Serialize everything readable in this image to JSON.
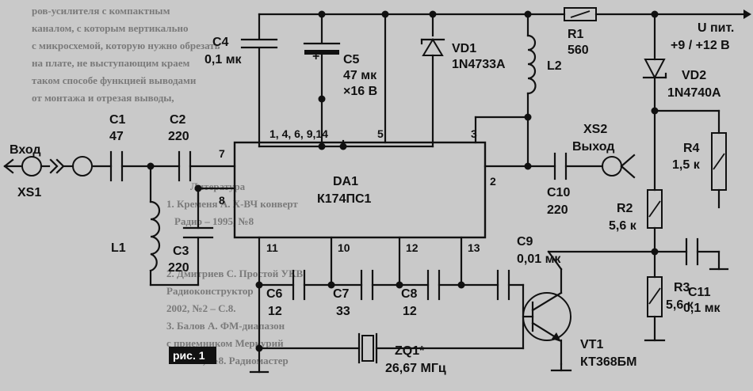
{
  "background_text": [
    "ров-усилителя с компактным",
    "каналом, с которым вертикально",
    "с микросхемой, которую нужно обрезать",
    "на плате, не выступающим краем",
    "таком способе функцией выводами",
    "от монтажа и отрезая выводы,",
    "Литература",
    "1. Кременя А. Х-ВЧ конверт",
    "Радио – 1995, №8",
    "2. Дмитриев С. Простой УКВ",
    "Радиоконструктор",
    "2002, №2 – С.8.",
    "3. Балов А. ФМ-диапазон",
    "с приемником Меркурий",
    "2002, №8. Радиомастер"
  ],
  "components": {
    "c4": {
      "name": "C4",
      "value": "0,1 мк"
    },
    "c5": {
      "name": "C5",
      "value": "47 мк",
      "value2": "×16 В",
      "plus": "+"
    },
    "vd1": {
      "name": "VD1",
      "value": "1N4733A"
    },
    "l2": {
      "name": "L2"
    },
    "r1": {
      "name": "R1",
      "value": "560"
    },
    "supply": {
      "name": "U пит.",
      "value": "+9 / +12 В"
    },
    "vd2": {
      "name": "VD2",
      "value": "1N4740A"
    },
    "c1": {
      "name": "C1",
      "value": "47"
    },
    "c2": {
      "name": "C2",
      "value": "220"
    },
    "input": {
      "label": "Вход",
      "name": "XS1"
    },
    "da1": {
      "name": "DA1",
      "value": "К174ПС1",
      "pins_top": "1, 4, 6, 9,14",
      "pin5": "5",
      "pin3": "3",
      "pin7": "7",
      "pin8": "8",
      "pin2": "2",
      "pin11": "11",
      "pin10": "10",
      "pin12": "12",
      "pin13": "13"
    },
    "output": {
      "label": "Выход",
      "name": "XS2"
    },
    "r4": {
      "name": "R4",
      "value": "1,5 к"
    },
    "r2": {
      "name": "R2",
      "value": "5,6 к"
    },
    "c10": {
      "name": "C10",
      "value": "220"
    },
    "l1": {
      "name": "L1"
    },
    "c3": {
      "name": "C3",
      "value": "220"
    },
    "c9": {
      "name": "C9",
      "value": "0,01 мк"
    },
    "c6": {
      "name": "C6",
      "value": "12"
    },
    "c7": {
      "name": "C7",
      "value": "33"
    },
    "c8": {
      "name": "C8",
      "value": "12"
    },
    "r3": {
      "name": "R3",
      "value": "5,6 к"
    },
    "c11": {
      "name": "C11",
      "value": "0,1 мк"
    },
    "vt1": {
      "name": "VT1",
      "value": "КТ368БМ"
    },
    "zq1": {
      "name": "ZQ1*",
      "value": "26,67 МГц"
    }
  },
  "figure_label": "рис. 1"
}
